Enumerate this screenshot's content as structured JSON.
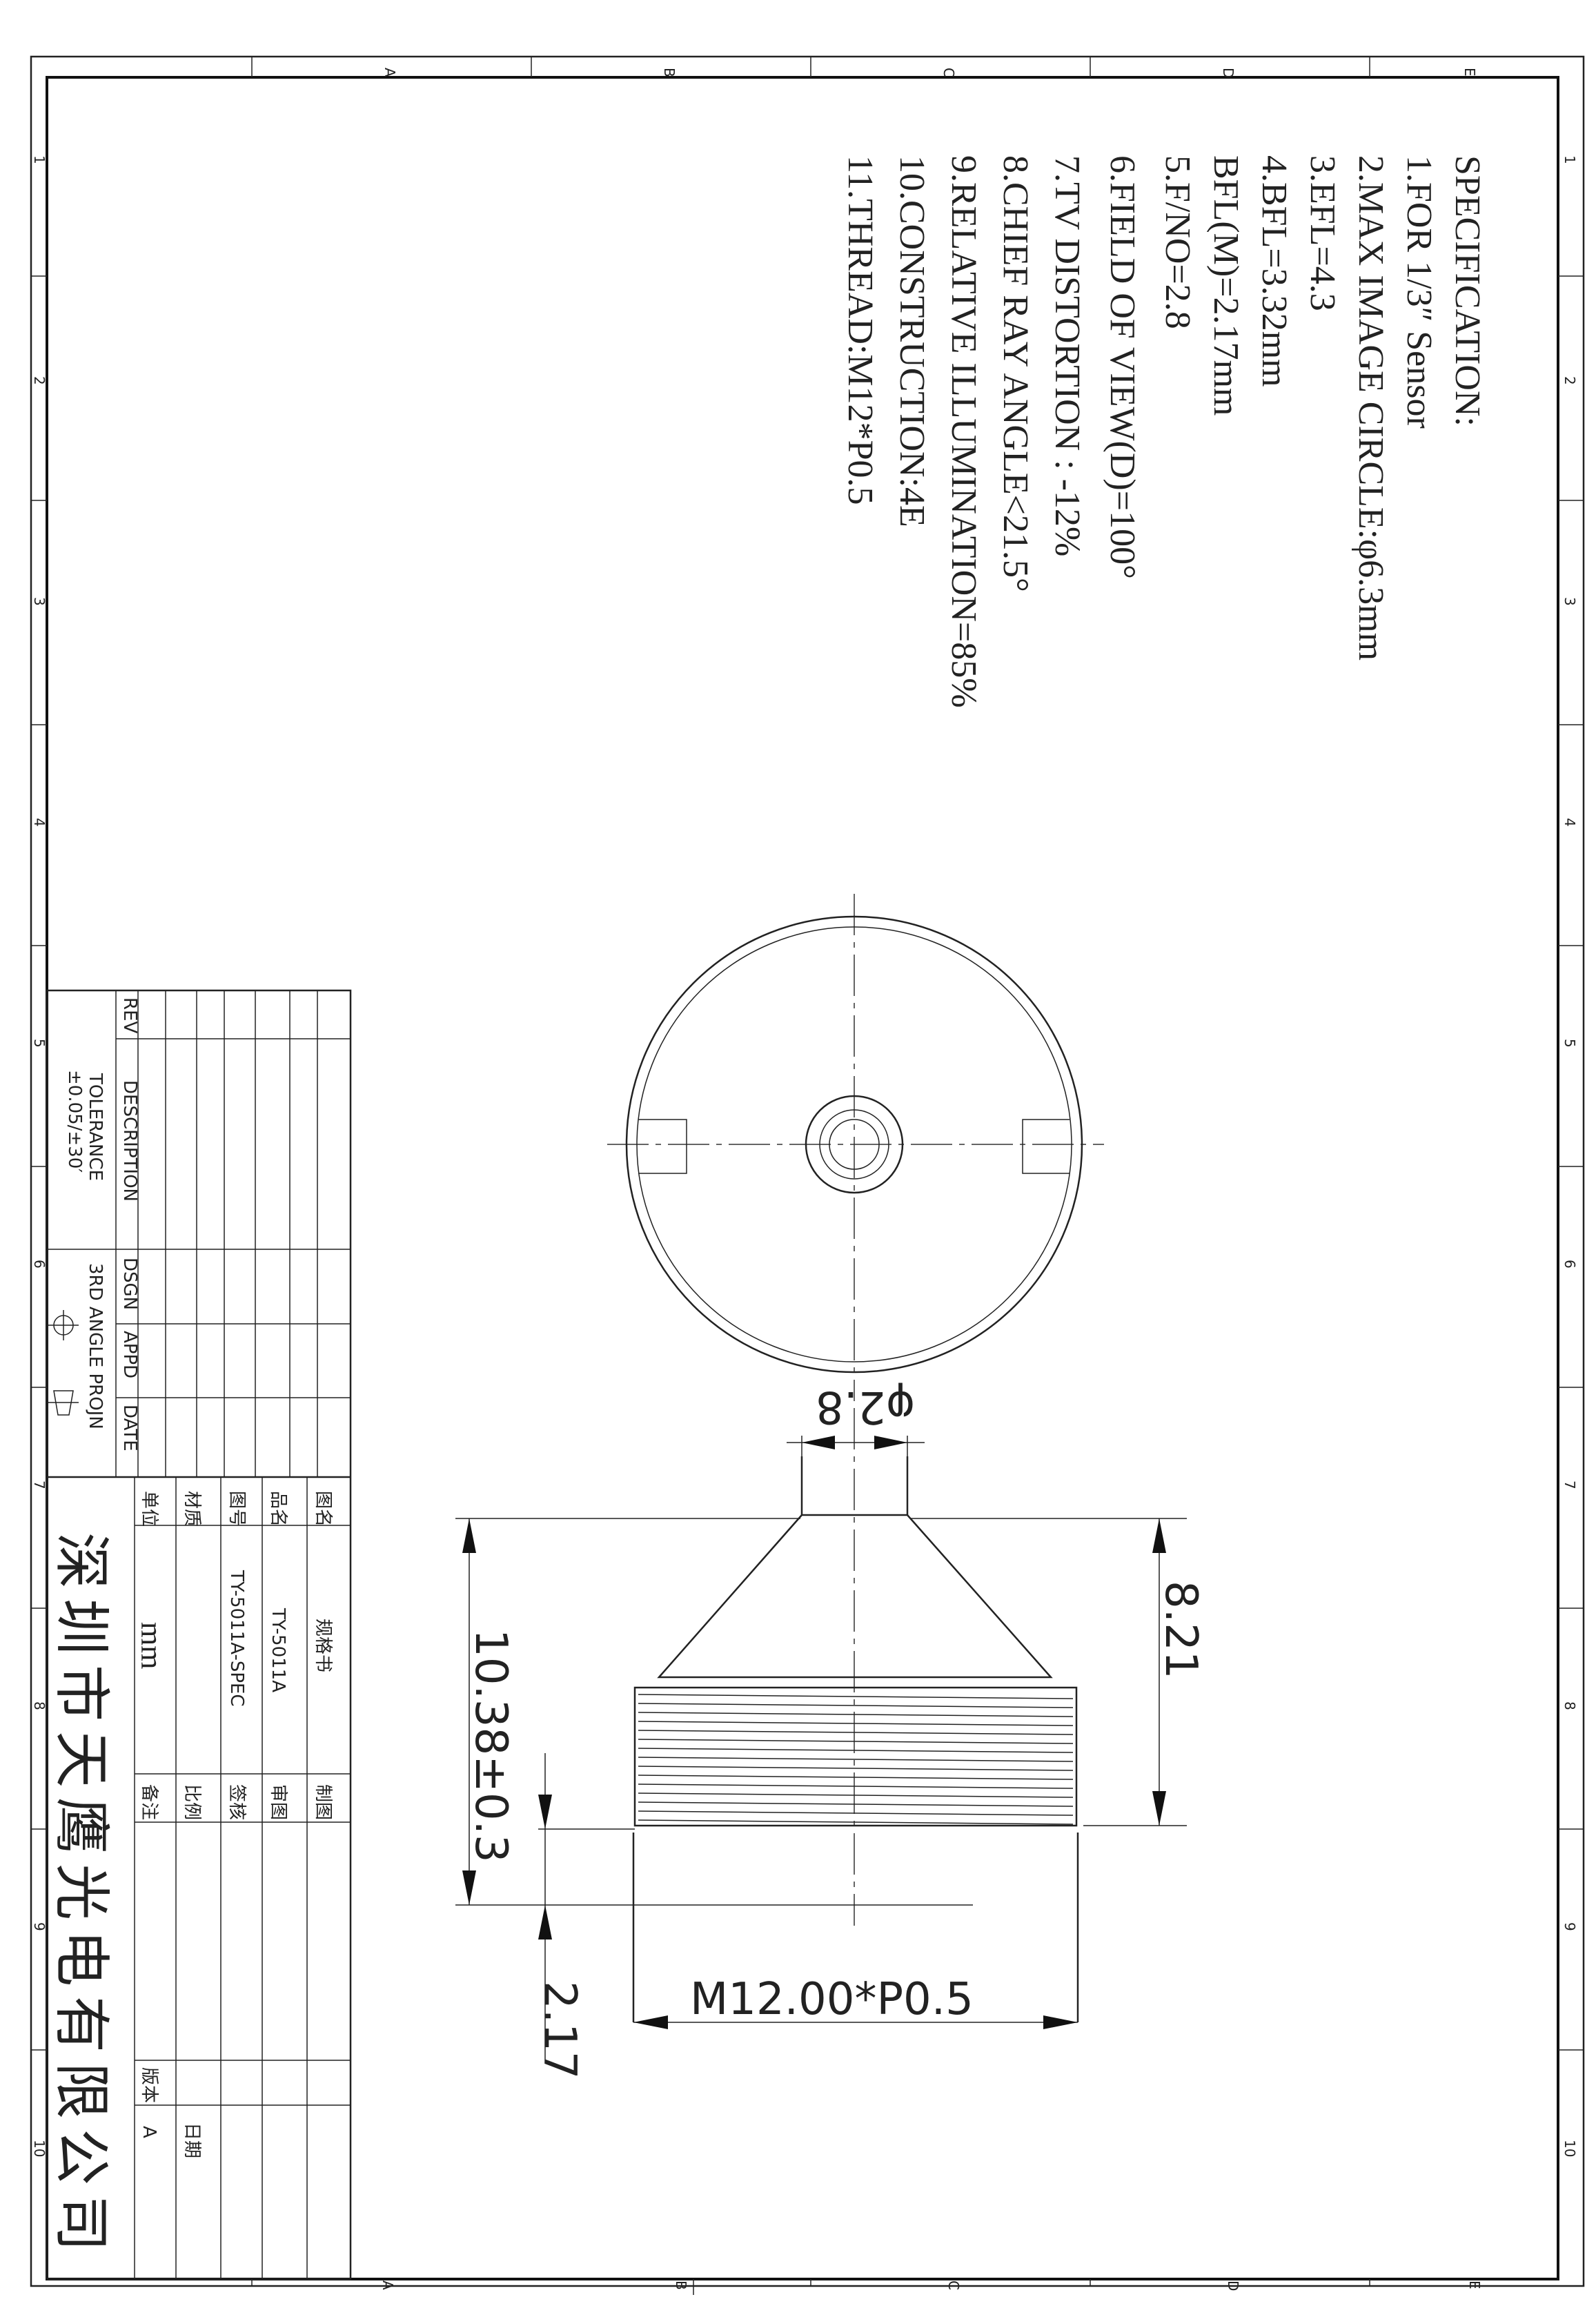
{
  "border": {
    "col_letters": [
      "A",
      "B",
      "C",
      "D",
      "E"
    ],
    "row_numbers": [
      "1",
      "2",
      "3",
      "4",
      "5",
      "6",
      "7",
      "8",
      "9",
      "10"
    ]
  },
  "spec": {
    "title": "SPECIFICATION:",
    "lines": [
      "1.FOR 1/3″   Sensor",
      "2.MAX IMAGE CIRCLE:φ6.3mm",
      "3.EFL=4.3",
      "4.BFL=3.32mm",
      "   BFL(M)=2.17mm",
      "5.F/NO=2.8",
      "6.FIELD OF VIEW(D)=100°",
      "7.TV DISTORTION : -12%",
      "8.CHIEF RAY ANGLE<21.5°",
      "9.RELATIVE ILLUMINATION=85%",
      "10.CONSTRUCTION:4E",
      "11.THREAD:M12*P0.5"
    ]
  },
  "dimensions": {
    "bore_dia": "φ2.8",
    "head_height": "8.21",
    "overall_length": "10.38±0.3",
    "back_length": "2.17",
    "thread": "M12.00*P0.5"
  },
  "title_block": {
    "rev": "REV",
    "description": "DESCRIPTION",
    "dsgn": "DSGN",
    "appd": "APPD",
    "date": "DATE",
    "tolerance_label": "TOLERANCE",
    "tolerance_value": "±0.05/±30′",
    "projection": "3RD ANGLE PROJN",
    "drawing_name_label": "图名",
    "drawing_name": "规格书",
    "product_label": "品名",
    "product": "TY-5011A",
    "number_label": "图号",
    "number": "TY-5011A-SPEC",
    "material_label": "材质",
    "unit_label": "单位",
    "unit": "mm",
    "drawn_label": "制图",
    "review_label": "审图",
    "check_label": "签核",
    "scale_label": "比例",
    "remark_label": "备注",
    "date_label": "日期",
    "version_label": "版本",
    "version": "A",
    "company": "深圳市天鹰光电有限公司"
  }
}
